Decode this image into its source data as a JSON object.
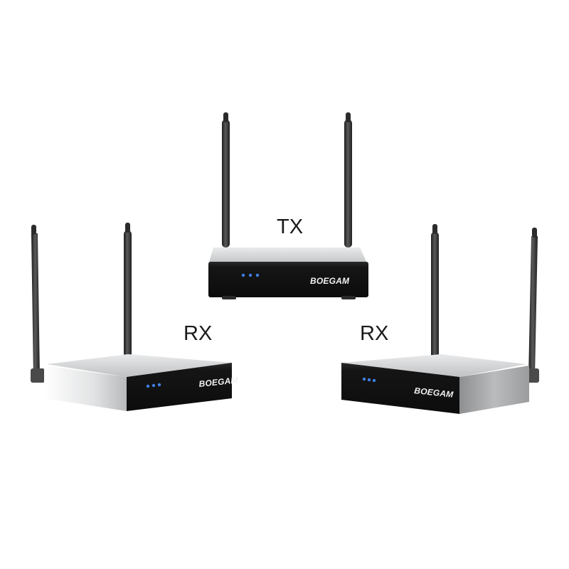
{
  "labels": {
    "transmitter": "TX",
    "receiver_left": "RX",
    "receiver_right": "RX"
  },
  "devices": [
    {
      "role": "transmitter",
      "brand": "BOEGAM",
      "leds": 3
    },
    {
      "role": "receiver_left",
      "brand": "BOEGAM",
      "leds": 3
    },
    {
      "role": "receiver_right",
      "brand": "BOEGAM",
      "leds": 3
    }
  ],
  "colors": {
    "background": "#ffffff",
    "front_panel": "#141414",
    "housing_silver": "#c9cbcd",
    "antenna": "#3a3a3a",
    "led": "#3f7fe0"
  }
}
